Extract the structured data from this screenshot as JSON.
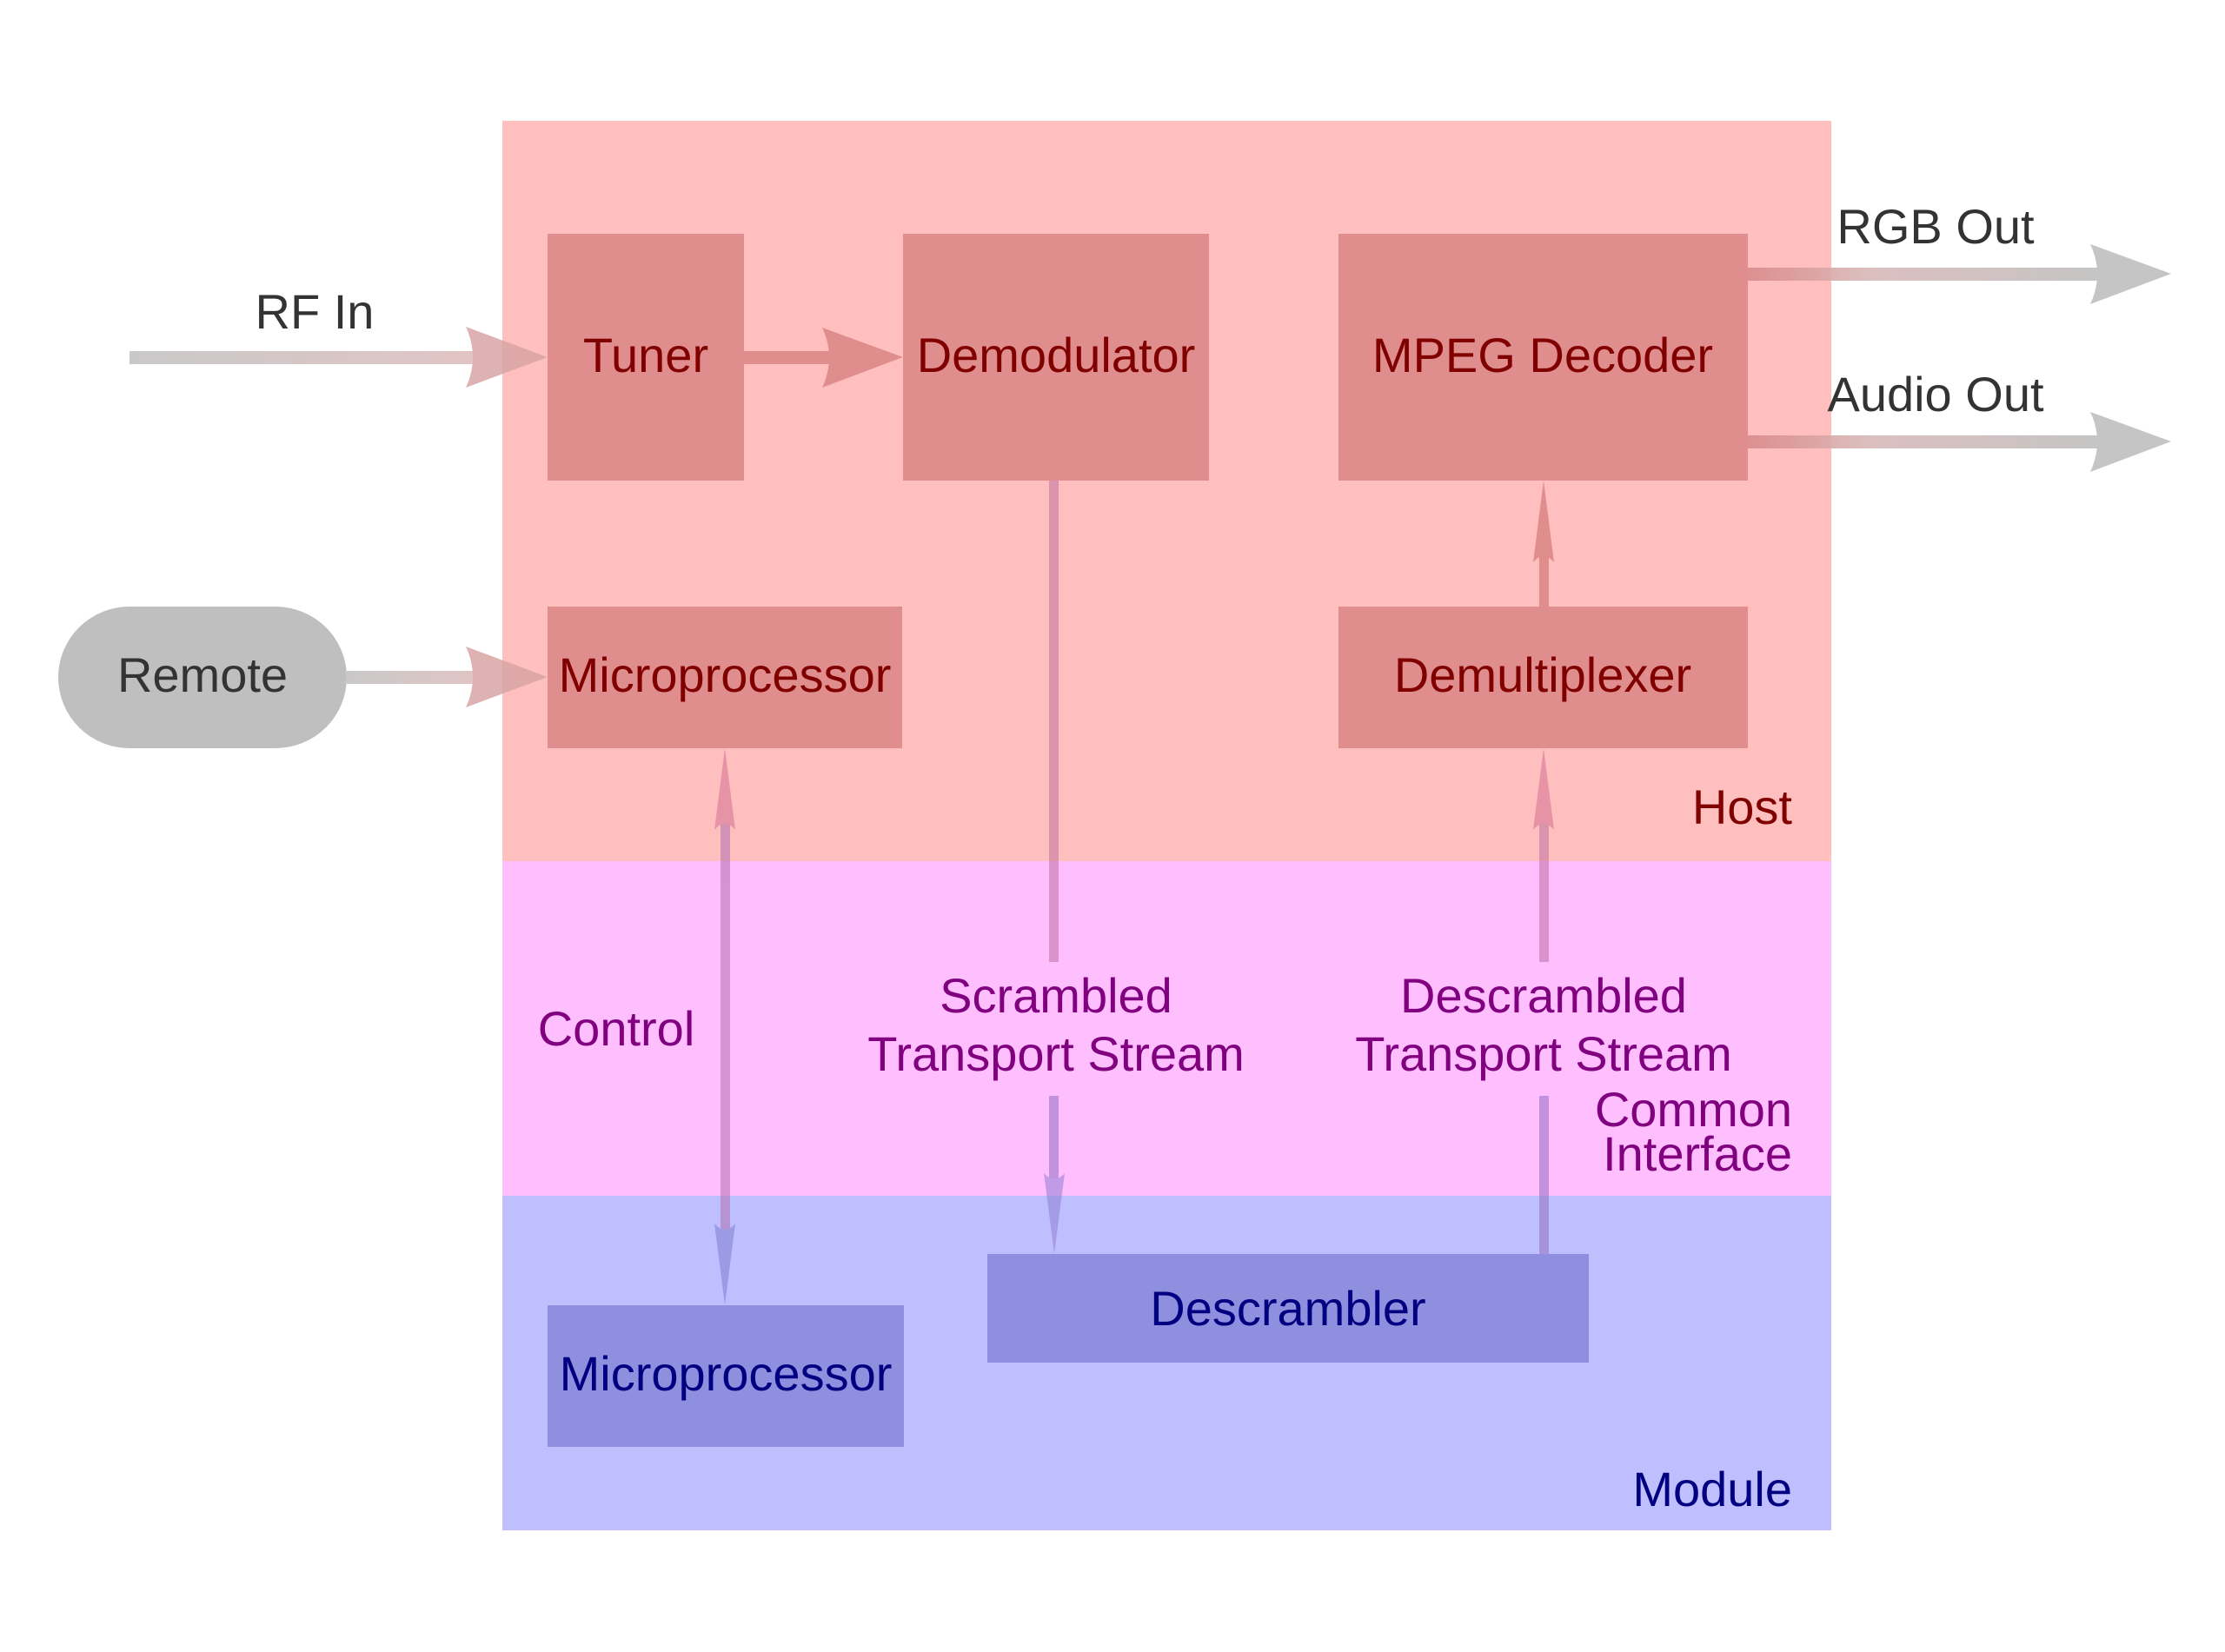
{
  "diagram": {
    "external": {
      "rf_in": "RF In",
      "remote": "Remote",
      "rgb_out": "RGB Out",
      "audio_out": "Audio Out"
    },
    "regions": {
      "host": {
        "label": "Host",
        "fill": "#FFBFBF",
        "box_fill": "#E08D8D",
        "text": "#800000"
      },
      "common_interface": {
        "label_line1": "Common",
        "label_line2": "Interface",
        "fill": "#FFBFFF",
        "text": "#800080"
      },
      "module": {
        "label": "Module",
        "fill": "#BFBFFF",
        "box_fill": "#8F8FDF",
        "text": "#000080"
      }
    },
    "host_blocks": {
      "tuner": "Tuner",
      "demodulator": "Demodulator",
      "mpeg_decoder": "MPEG Decoder",
      "microprocessor": "Microprocessor",
      "demultiplexer": "Demultiplexer"
    },
    "module_blocks": {
      "microprocessor": "Microprocessor",
      "descrambler": "Descrambler"
    },
    "links": {
      "control": "Control",
      "scrambled_line1": "Scrambled",
      "scrambled_line2": "Transport Stream",
      "descrambled_line1": "Descrambled",
      "descrambled_line2": "Transport Stream"
    },
    "colors": {
      "external_fill": "#BFBFBF",
      "external_text": "#333333",
      "arrow_gray": "#BFBFBF"
    }
  }
}
